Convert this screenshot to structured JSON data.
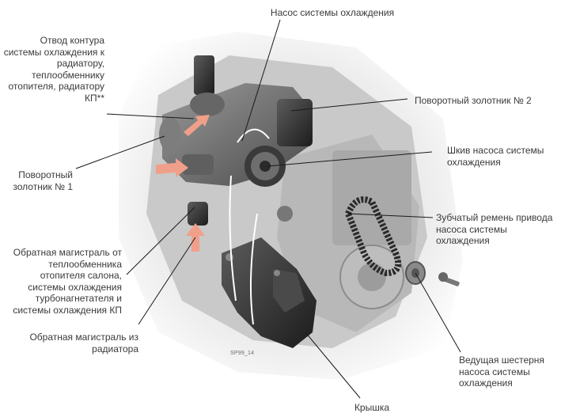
{
  "labels": {
    "pump": "Насос системы охлаждения",
    "outlet": "Отвод контура системы охлаждения к радиатору, теплообменнику отопителя, радиатору КП**",
    "valve2": "Поворотный золотник № 2",
    "pulley": "Шкив насоса системы охлаждения",
    "valve1": "Поворотный золотник № 1",
    "belt": "Зубчатый ремень привода насоса системы охлаждения",
    "return_heater": "Обратная магистраль от теплообменника отопителя салона, системы охлаждения турбонагнетателя и системы охлаждения КП",
    "return_radiator": "Обратная магистраль из радиатора",
    "drive_gear": "Ведущая шестерня насоса системы охлаждения",
    "cover": "Крышка"
  },
  "figure_code": "SP99_14",
  "colors": {
    "flow_arrow": "#f0a08a",
    "text": "#3a3a3a",
    "leader": "#1a1a1a"
  }
}
